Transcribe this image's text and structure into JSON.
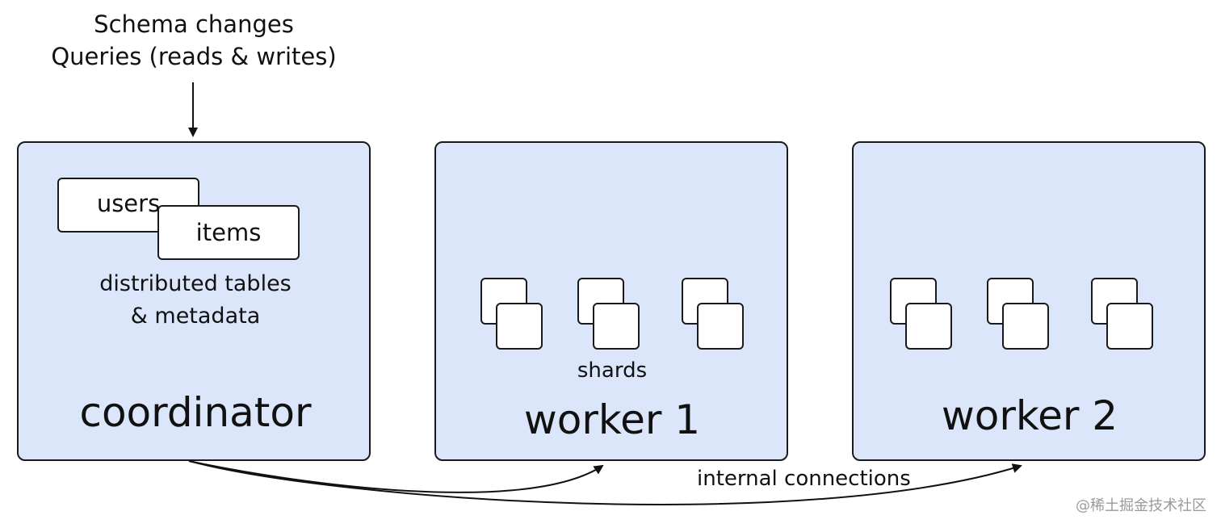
{
  "input": {
    "line1": "Schema changes",
    "line2": "Queries (reads & writes)"
  },
  "coordinator": {
    "label": "coordinator",
    "tables": [
      "users",
      "items"
    ],
    "metadata_line1": "distributed tables",
    "metadata_line2": "& metadata"
  },
  "worker1": {
    "label": "worker 1",
    "shards_label": "shards"
  },
  "worker2": {
    "label": "worker 2"
  },
  "connections": {
    "label": "internal connections"
  },
  "watermark": "@稀土掘金技术社区",
  "colors": {
    "node_fill": "#dce6fb",
    "stroke": "#1a1a1a",
    "card_fill": "#ffffff"
  }
}
